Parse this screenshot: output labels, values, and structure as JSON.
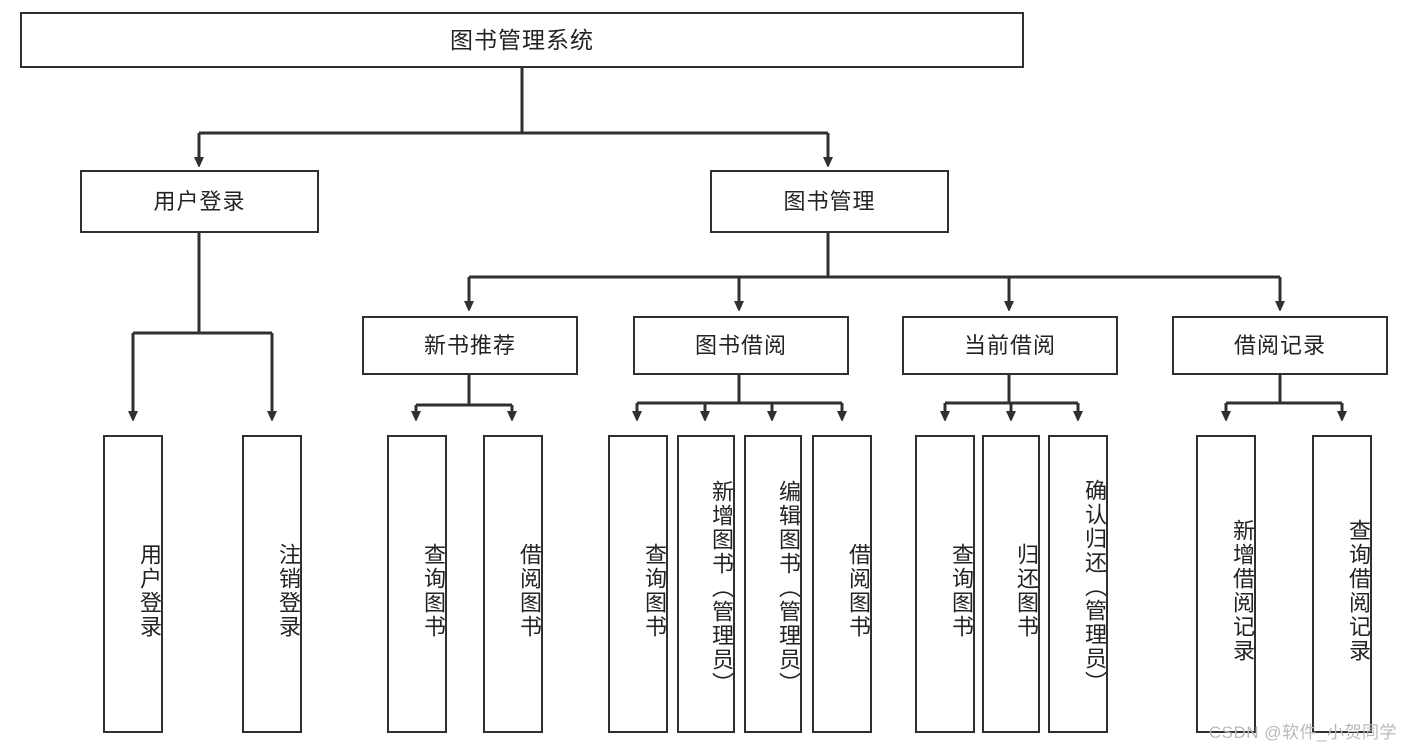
{
  "diagram": {
    "title": "图书管理系统",
    "type": "tree-hierarchy",
    "root": {
      "label": "图书管理系统"
    },
    "level2": [
      {
        "label": "用户登录"
      },
      {
        "label": "图书管理"
      }
    ],
    "level3": [
      {
        "label": "新书推荐"
      },
      {
        "label": "图书借阅"
      },
      {
        "label": "当前借阅"
      },
      {
        "label": "借阅记录"
      }
    ],
    "leaves": {
      "user_login": [
        {
          "label": "用户登录"
        },
        {
          "label": "注销登录"
        }
      ],
      "new_book_recommend": [
        {
          "label": "查询图书"
        },
        {
          "label": "借阅图书"
        }
      ],
      "book_borrow": [
        {
          "label": "查询图书"
        },
        {
          "label": "新增图书（管理员）"
        },
        {
          "label": "编辑图书（管理员）"
        },
        {
          "label": "借阅图书"
        }
      ],
      "current_borrow": [
        {
          "label": "查询图书"
        },
        {
          "label": "归还图书"
        },
        {
          "label": "确认归还（管理员）"
        }
      ],
      "borrow_record": [
        {
          "label": "新增借阅记录"
        },
        {
          "label": "查询借阅记录"
        }
      ]
    }
  },
  "watermark": {
    "text": "CSDN @软件_小贺同学"
  },
  "colors": {
    "stroke": "#30302f",
    "text": "#232323",
    "background": "#ffffff",
    "watermark": "#b9b9b9"
  }
}
